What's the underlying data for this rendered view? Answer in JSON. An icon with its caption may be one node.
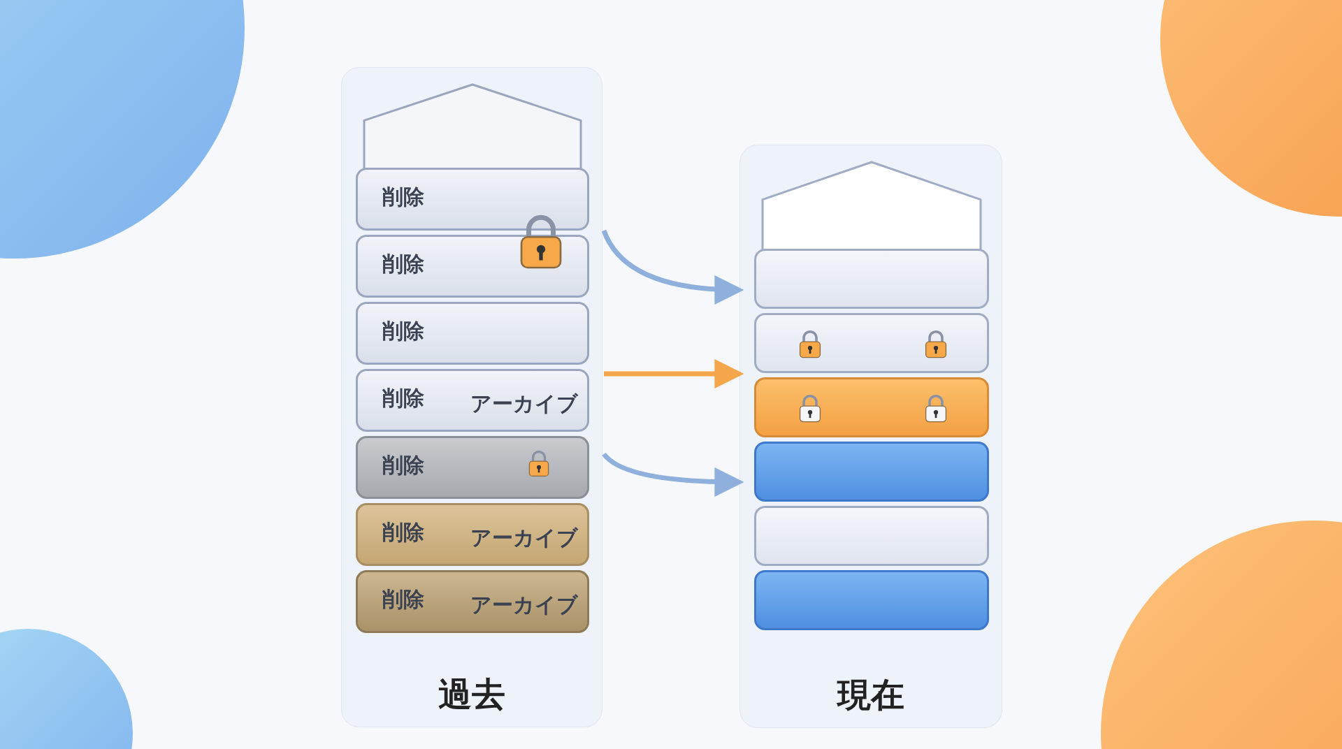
{
  "diagram": {
    "nodes": [
      {
        "text": [
          "過去"
        ]
      },
      {
        "text": [
          "削除"
        ],
        "in": 0
      },
      {
        "text": [
          "削除"
        ],
        "in": 0
      },
      {
        "text": [
          "削除"
        ],
        "in": 0
      },
      {
        "text": [
          "削除",
          "アーカイブ"
        ],
        "in": 0
      },
      {
        "text": [
          "削除"
        ],
        "in": 0
      },
      {
        "text": [
          "削除",
          "アーカイブ"
        ],
        "in": 0
      },
      {
        "text": [
          "削除",
          "アーカイブ"
        ],
        "in": 0
      },
      {
        "text": [
          "現在"
        ]
      },
      {
        "text": [],
        "shape": "box",
        "in": 8
      },
      {
        "text": [],
        "shape": "box",
        "in": 8
      },
      {
        "text": [],
        "shape": "box",
        "in": 8
      },
      {
        "text": [],
        "shape": "box",
        "in": 8
      },
      {
        "text": [],
        "shape": "box",
        "in": 8
      },
      {
        "text": [],
        "shape": "box",
        "in": 8
      }
    ],
    "edges": [
      {
        "from": 0,
        "to": 8,
        "arrow": "to"
      },
      {
        "from": 0,
        "to": 8,
        "arrow": "to",
        "color": "#f5a54a"
      },
      {
        "from": 0,
        "to": 8,
        "arrow": "to"
      }
    ]
  }
}
